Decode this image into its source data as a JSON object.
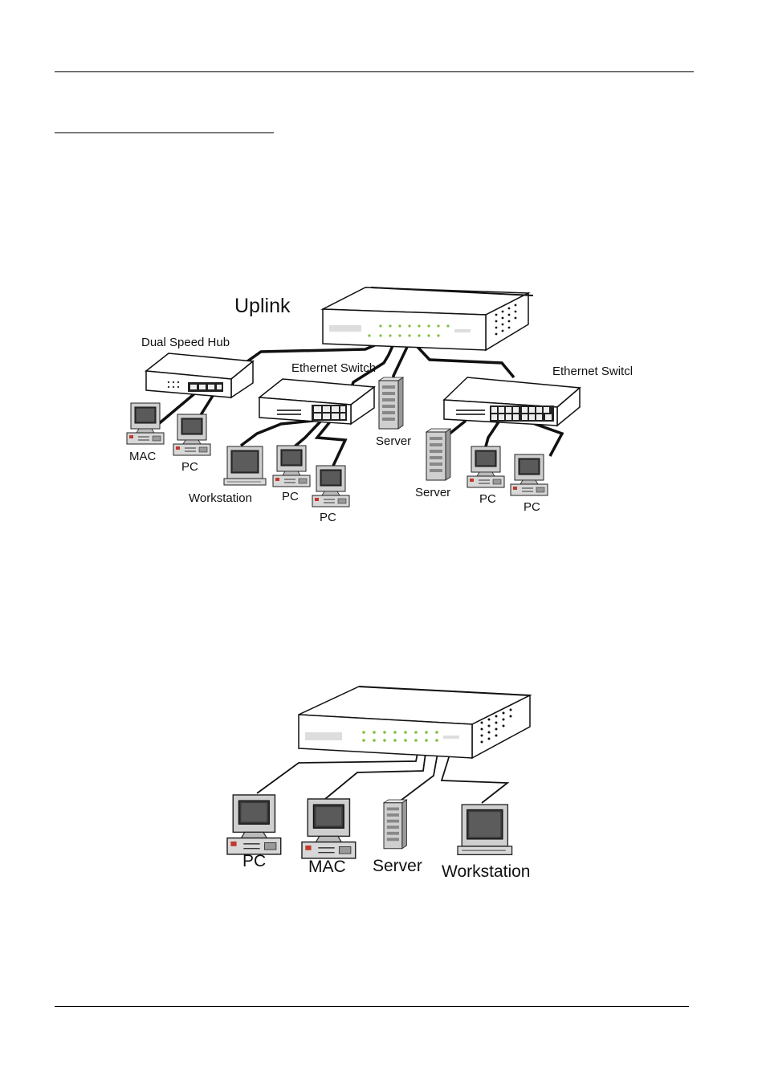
{
  "diagram1": {
    "title": "Uplink",
    "labels": {
      "hub": "Dual Speed Hub",
      "switch_mid": "Ethernet Switch",
      "switch_right": "Ethernet Switcl",
      "mac": "MAC",
      "pc_hub": "PC",
      "workstation": "Workstation",
      "pc_mid1": "PC",
      "pc_mid2": "PC",
      "server_mid": "Server",
      "server_right": "Server",
      "pc_right1": "PC",
      "pc_right2": "PC"
    }
  },
  "diagram2": {
    "labels": {
      "pc": "PC",
      "mac": "MAC",
      "server": "Server",
      "workstation": "Workstation"
    }
  }
}
